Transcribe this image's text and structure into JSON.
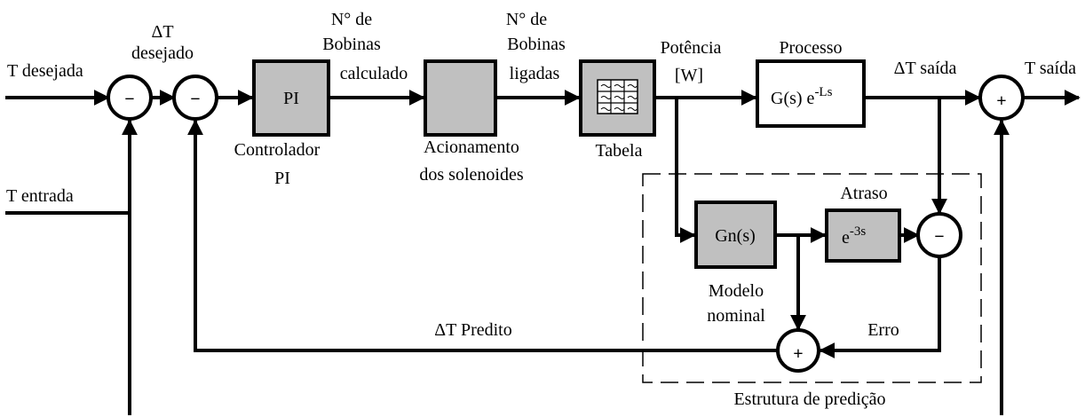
{
  "signals": {
    "t_desejada": "T desejada",
    "delta_t_desejado_1": "ΔT",
    "delta_t_desejado_2": "desejado",
    "n_calculado_1": "N° de",
    "n_calculado_2": "Bobinas",
    "n_calculado_3": "calculado",
    "n_ligadas_1": "N° de",
    "n_ligadas_2": "Bobinas",
    "n_ligadas_3": "ligadas",
    "potencia_1": "Potência",
    "potencia_2": "[W]",
    "delta_t_saida": "ΔT saída",
    "t_saida": "T saída",
    "t_entrada": "T entrada",
    "delta_t_predito": "ΔT Predito",
    "erro": "Erro"
  },
  "blocks": {
    "pi": "PI",
    "controlador_1": "Controlador",
    "controlador_2": "PI",
    "acionamento_1": "Acionamento",
    "acionamento_2": "dos solenoides",
    "tabela": "Tabela",
    "processo_title": "Processo",
    "processo_tf": "G(s) e",
    "processo_exp": "-Ls",
    "gn": "Gn(s)",
    "modelo_1": "Modelo",
    "modelo_2": "nominal",
    "atraso_title": "Atraso",
    "atraso_base": "e",
    "atraso_exp": "-3s",
    "estrutura": "Estrutura de predição"
  },
  "sums": {
    "minus": "−",
    "plus": "+"
  }
}
